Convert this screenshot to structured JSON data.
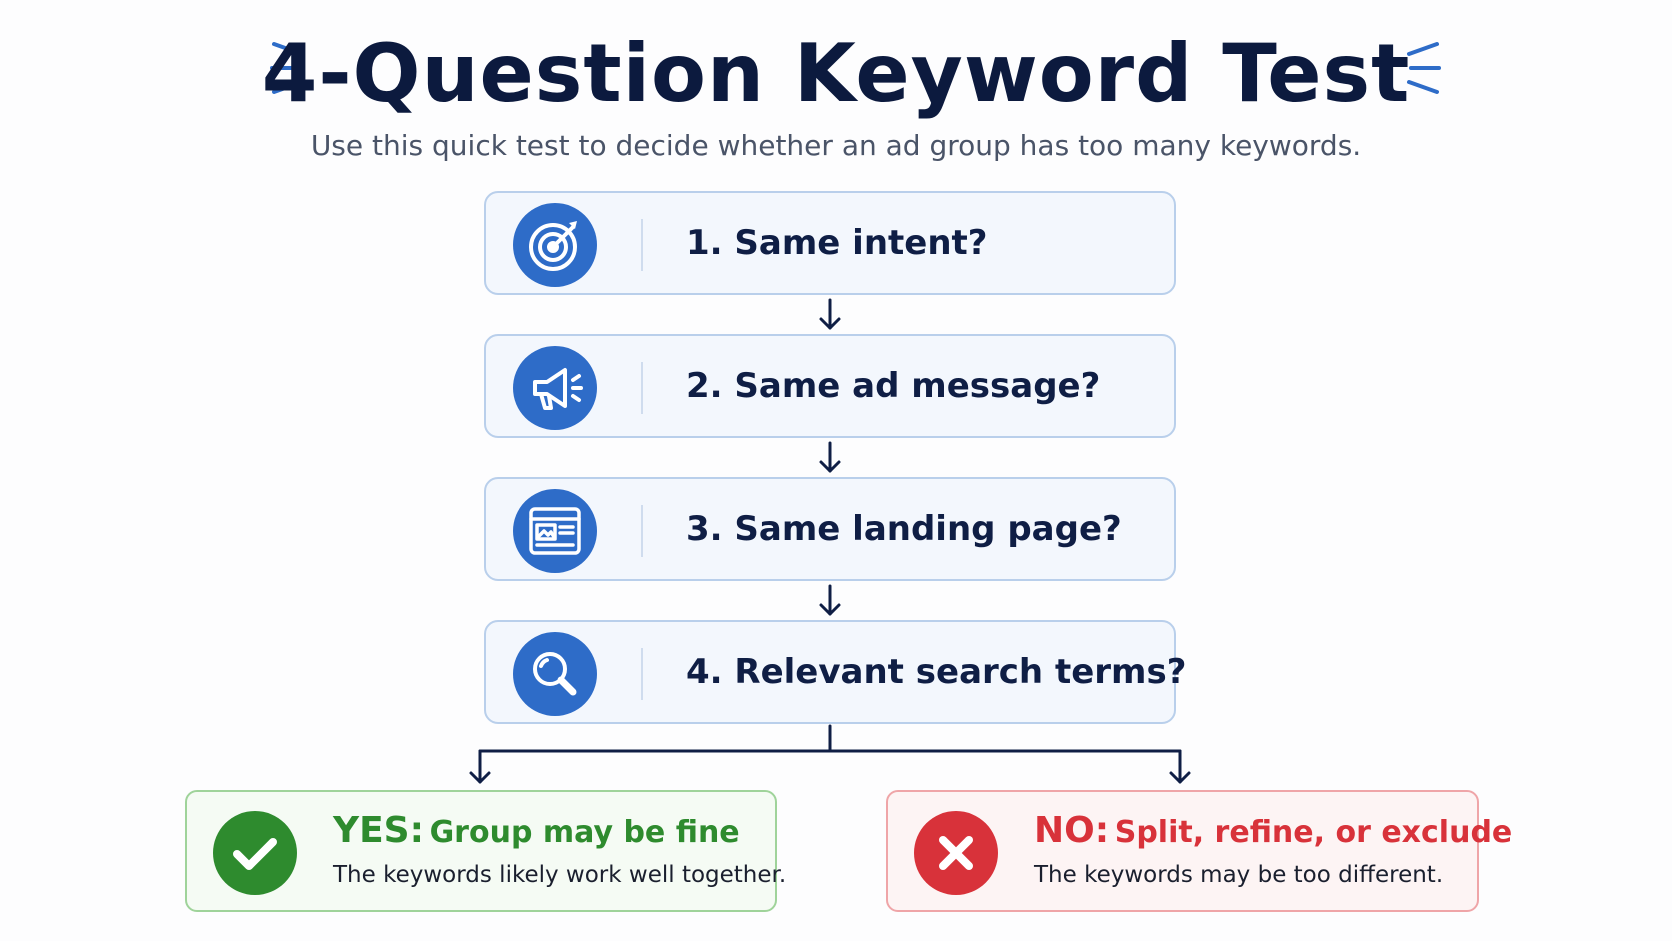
{
  "title": "4-Question Keyword Test",
  "subtitle": "Use this quick test to decide whether an ad group has too many keywords.",
  "steps": [
    {
      "label": "1. Same intent?",
      "icon": "target-icon"
    },
    {
      "label": "2. Same ad message?",
      "icon": "megaphone-icon"
    },
    {
      "label": "3. Same landing page?",
      "icon": "landing-page-icon"
    },
    {
      "label": "4. Relevant search terms?",
      "icon": "search-icon"
    }
  ],
  "outcomes": {
    "yes": {
      "key": "YES:",
      "heading": "Group may be fine",
      "text": "The keywords likely work well together.",
      "color": "#2e8b2e",
      "icon": "checkmark-icon"
    },
    "no": {
      "key": "NO:",
      "heading": "Split, refine, or exclude",
      "text": "The keywords may be too different.",
      "color": "#d8323a",
      "icon": "cross-icon"
    }
  },
  "colors": {
    "accent": "#2e6cc8",
    "title": "#0c1a3e",
    "arrow": "#0f1e45"
  }
}
